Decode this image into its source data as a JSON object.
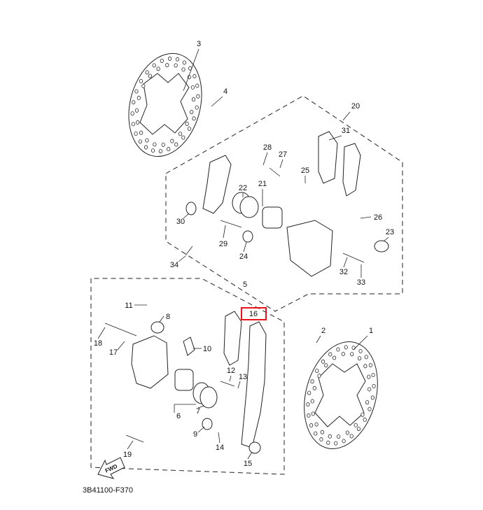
{
  "diagram": {
    "code": "3B41100-F370",
    "fwd_arrow_text": "FWD",
    "highlight_color": "#e8141c",
    "highlighted_part": "16",
    "callouts": {
      "p1": "1",
      "p2": "2",
      "p3": "3",
      "p4": "4",
      "p5": "5",
      "p6": "6",
      "p7": "7",
      "p8": "8",
      "p9": "9",
      "p10": "10",
      "p11": "11",
      "p12": "12",
      "p13": "13",
      "p14": "14",
      "p15": "15",
      "p16": "16",
      "p17": "17",
      "p18": "18",
      "p19": "19",
      "p20": "20",
      "p21": "21",
      "p22": "22",
      "p23": "23",
      "p24": "24",
      "p25": "25",
      "p26": "26",
      "p27": "27",
      "p28": "28",
      "p29": "29",
      "p30": "30",
      "p31": "31",
      "p32": "32",
      "p33": "33",
      "p34": "34"
    }
  }
}
